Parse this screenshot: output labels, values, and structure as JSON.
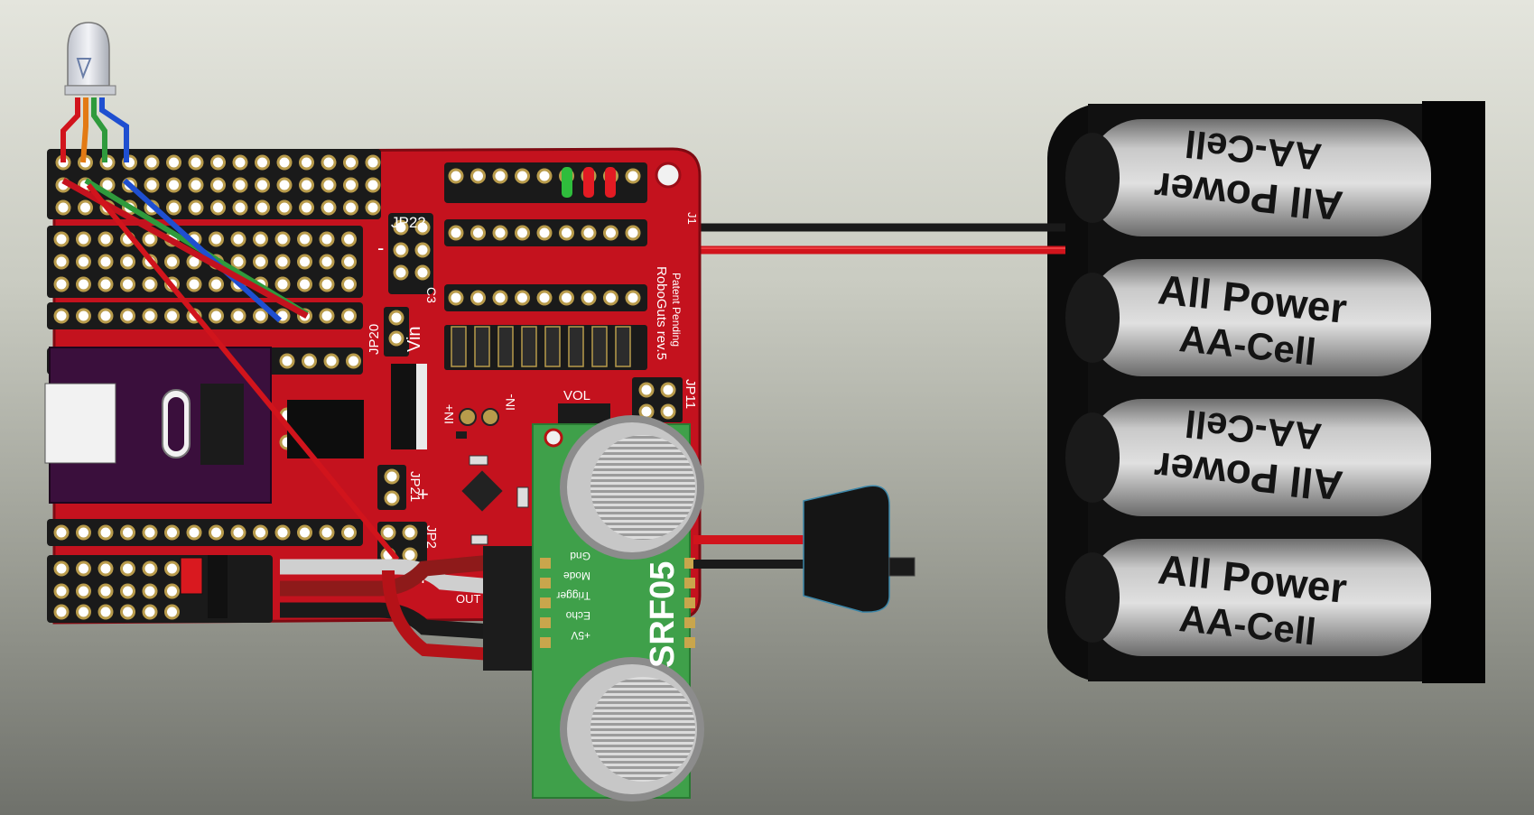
{
  "board": {
    "name": "RoboGuts rev.5",
    "patent": "Patent Pending",
    "labels": {
      "jp22": "JP22",
      "jp20": "JP20",
      "jp11": "JP11",
      "jp21": "JP21",
      "jp2x": "JP2",
      "jp1": "J1",
      "c3": "C3",
      "vin": "Vin",
      "vol": "VOL",
      "in_plus": "IN+",
      "in_minus": "IN-",
      "plus1": "+",
      "plus2": "+",
      "minus": "-",
      "out": "OUT"
    },
    "colors": {
      "pcb": "#c4121e",
      "pcb_dark": "#8f0c15",
      "mcu_module": "#3a0f3c"
    }
  },
  "sensor": {
    "name": "SRF05",
    "pins": [
      "Gnd",
      "Mode",
      "Trigger",
      "Echo",
      "+5V"
    ],
    "color": "#3fa04a"
  },
  "battery_pack": {
    "cells": [
      {
        "brand": "All Power",
        "type": "AA-Cell",
        "flipped": true
      },
      {
        "brand": "All Power",
        "type": "AA-Cell",
        "flipped": false
      },
      {
        "brand": "All Power",
        "type": "AA-Cell",
        "flipped": true
      },
      {
        "brand": "All Power",
        "type": "AA-Cell",
        "flipped": false
      }
    ]
  },
  "components": {
    "rgb_led": "rgb-led",
    "switch": "slide-switch"
  },
  "wire_colors": {
    "red": "#d1141c",
    "black": "#1a1a1a",
    "white": "#d8d8d8",
    "green": "#2f9a3c",
    "blue": "#1f4fd0",
    "orange": "#e37a14"
  }
}
